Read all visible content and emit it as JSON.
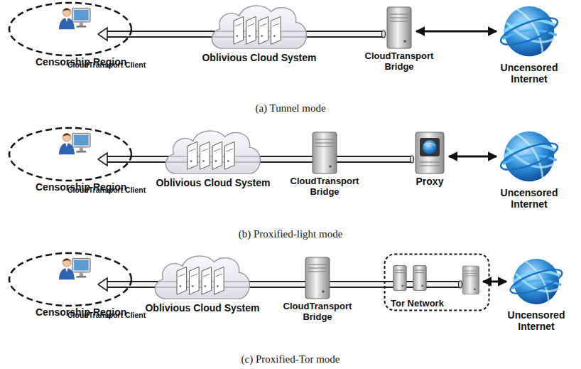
{
  "diagram": {
    "nodes": [
      {
        "text": [
          "Censorship Region"
        ]
      },
      {
        "text": [
          "CloudTransport Client"
        ],
        "in": 0
      },
      {
        "text": [
          "Oblivious Cloud System"
        ]
      },
      {
        "text": [
          "CloudTransport Bridge"
        ]
      },
      {
        "text": [
          "Uncensored Internet"
        ]
      },
      {
        "text": [
          "Censorship Region"
        ]
      },
      {
        "text": [
          "CloudTransport Client"
        ],
        "in": 5
      },
      {
        "text": [
          "Oblivious Cloud System"
        ]
      },
      {
        "text": [
          "CloudTransport Bridge"
        ]
      },
      {
        "text": [
          "Proxy"
        ]
      },
      {
        "text": [
          "Uncensored Internet"
        ]
      },
      {
        "text": [
          "Censorship Region"
        ]
      },
      {
        "text": [
          "CloudTransport Client"
        ],
        "in": 11
      },
      {
        "text": [
          "Oblivious Cloud System"
        ]
      },
      {
        "text": [
          "CloudTransport Bridge"
        ]
      },
      {
        "text": [
          "Tor Network"
        ]
      },
      {
        "text": [
          "Uncensored Internet"
        ]
      }
    ],
    "edges": [
      {
        "from": 3,
        "to": 1,
        "arrow": "to"
      },
      {
        "from": 3,
        "to": 4,
        "arrow": "both"
      },
      {
        "from": 9,
        "to": 6,
        "arrow": "to"
      },
      {
        "from": 9,
        "to": 10,
        "arrow": "both"
      },
      {
        "from": 15,
        "to": 12,
        "arrow": "to"
      },
      {
        "from": 15,
        "to": 16,
        "arrow": "both"
      }
    ],
    "labels": [
      "(a) Tunnel mode",
      "(b) Proxified-light mode",
      "(c) Proxified-Tor mode"
    ]
  }
}
